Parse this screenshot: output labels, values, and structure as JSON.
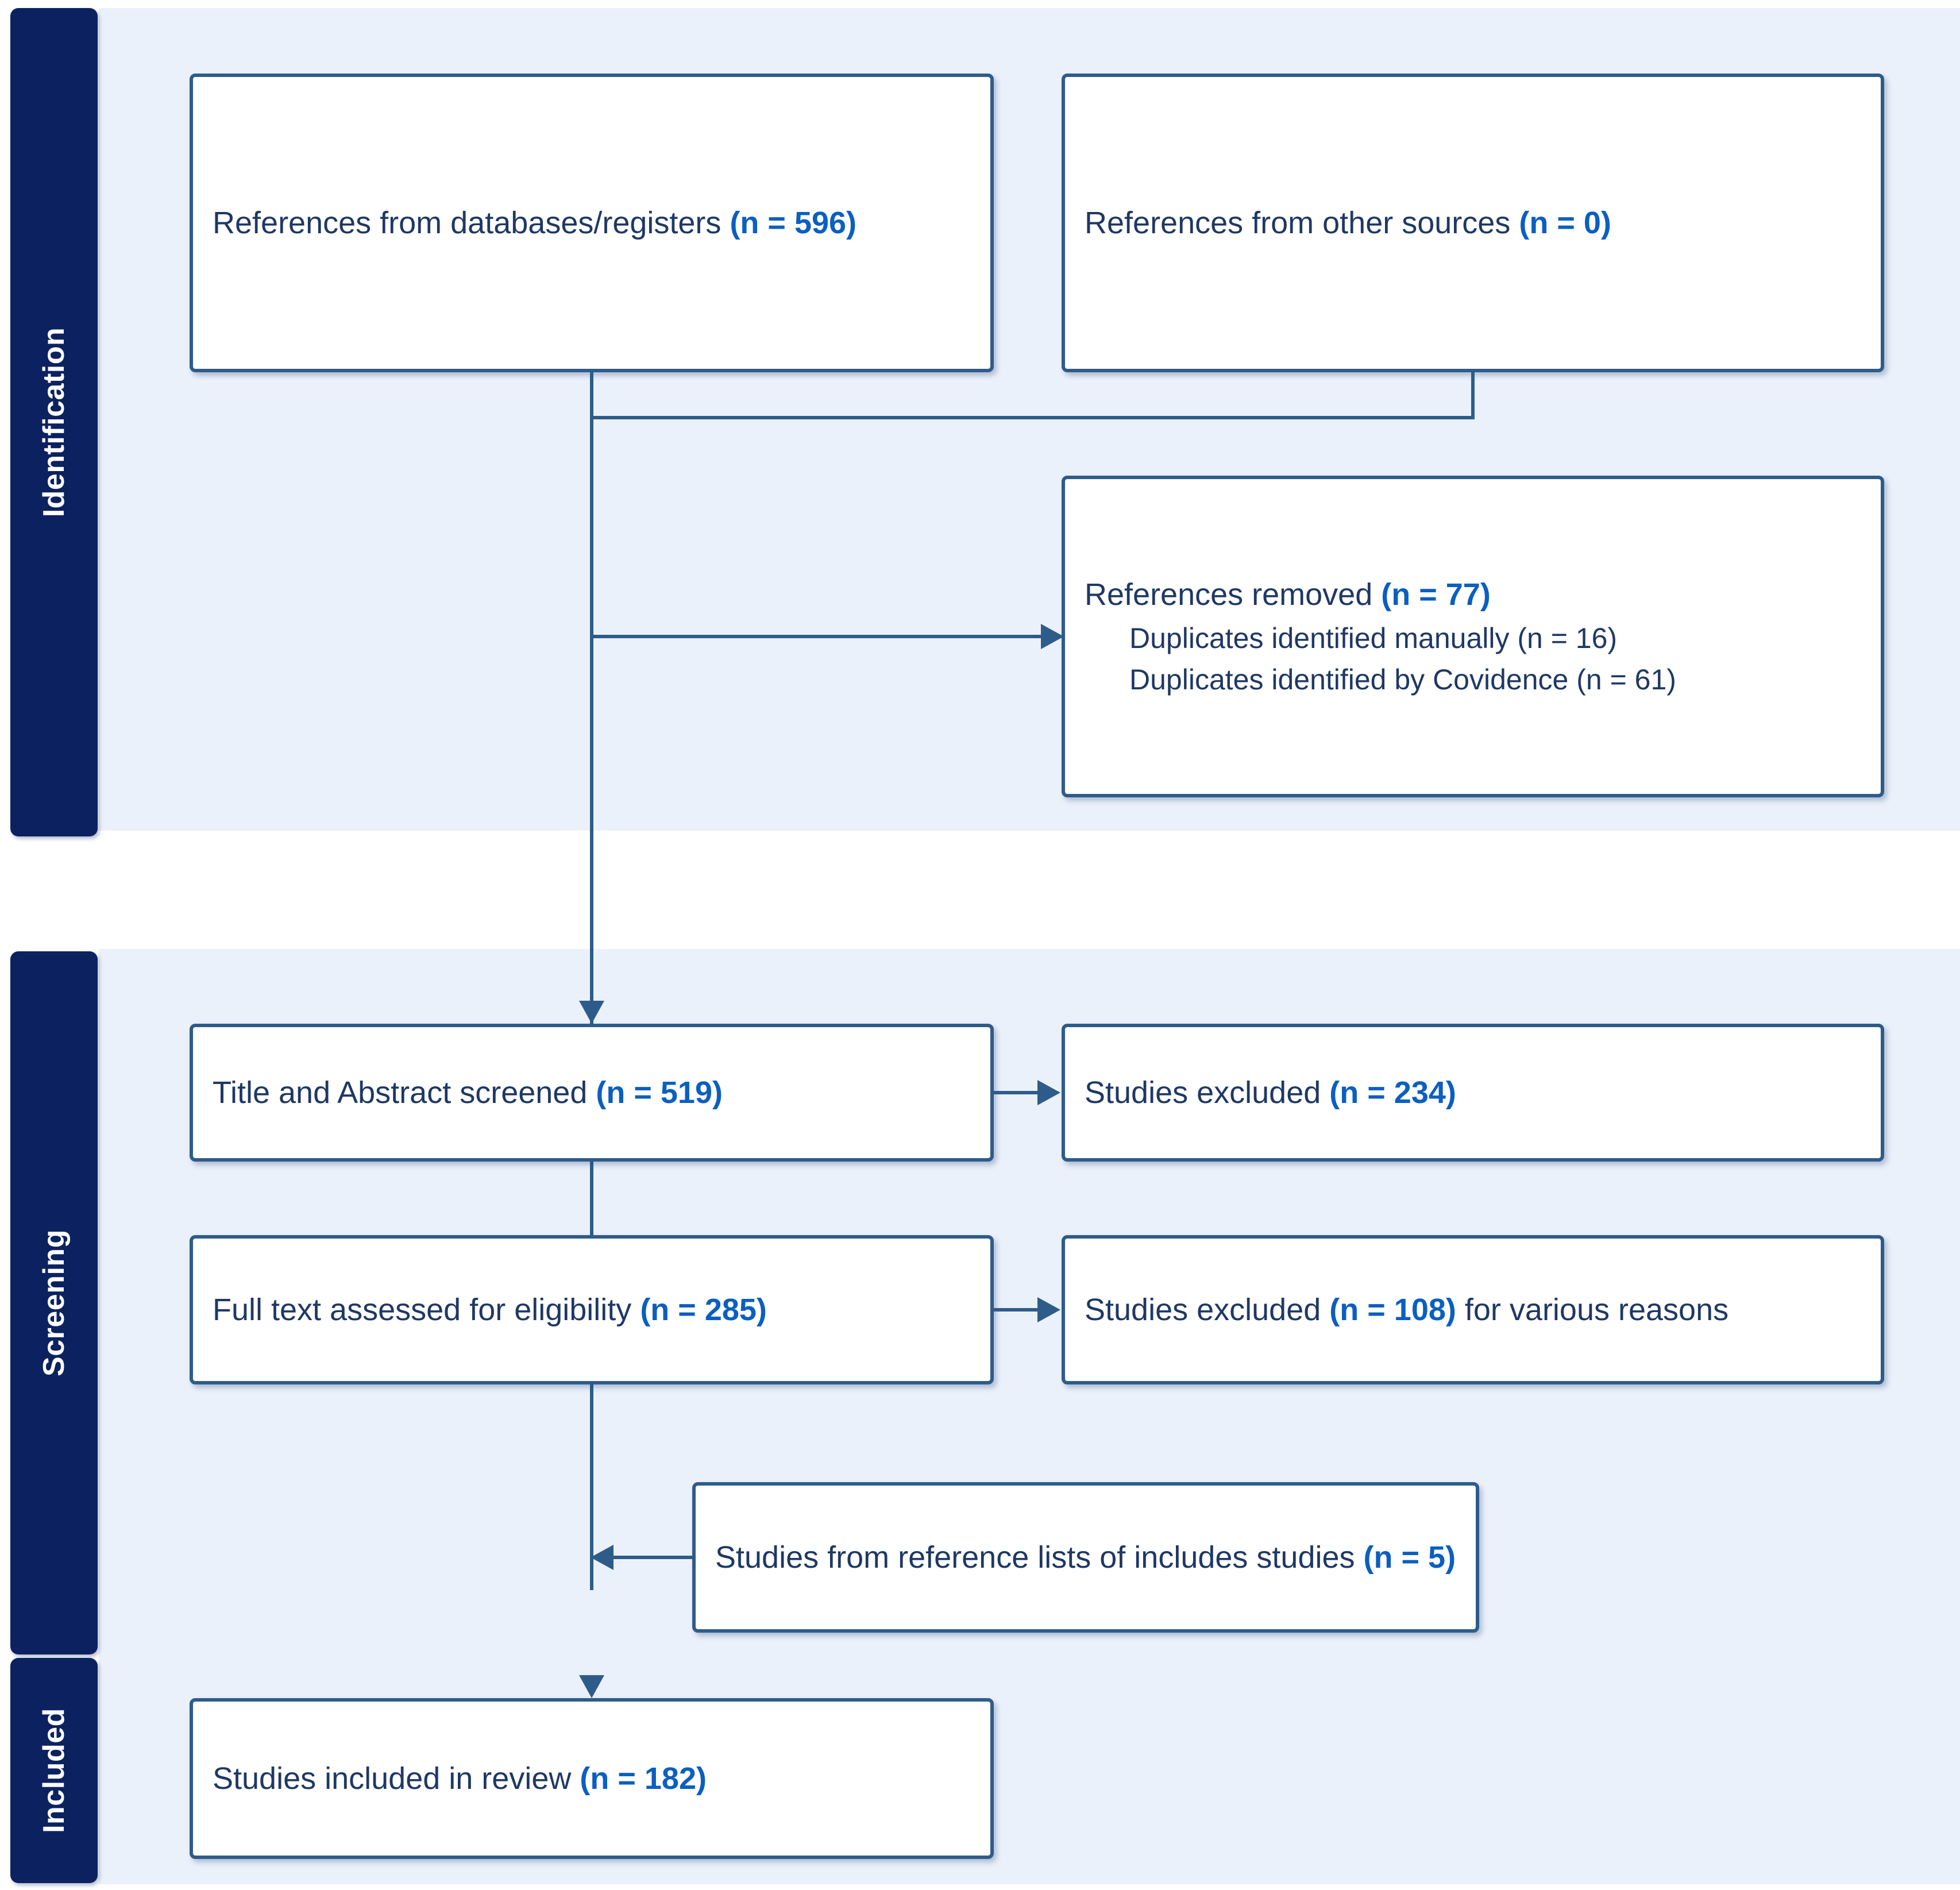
{
  "diagram": {
    "type": "prisma-flow-diagram",
    "title": "PRISMA Flow Diagram",
    "colors": {
      "stage_tab_background": "#0C2260",
      "stage_tab_text": "#FFFFFF",
      "panel_background": "#EBF1FB",
      "box_border": "#2E5C8A",
      "box_background": "#FFFFFF",
      "text_primary": "#1F3864",
      "text_highlight": "#0B5FC0",
      "connector": "#2E5C8A"
    }
  },
  "stages": [
    {
      "id": "identification",
      "label": "Identification"
    },
    {
      "id": "screening",
      "label": "Screening"
    },
    {
      "id": "included",
      "label": "Included"
    }
  ],
  "boxes": {
    "databases": {
      "label": "References from databases/registers",
      "count_text": "(n = 596)",
      "n": 596
    },
    "other_sources": {
      "label": "References from other sources",
      "count_text": "(n = 0)",
      "n": 0
    },
    "removed": {
      "label": "References removed",
      "count_text": "(n = 77)",
      "n": 77,
      "sub_items": [
        {
          "label": "Duplicates identified manually (n = 16)",
          "n": 16
        },
        {
          "label": "Duplicates identified by Covidence (n = 61)",
          "n": 61
        }
      ]
    },
    "title_abstract": {
      "label": "Title and Abstract screened",
      "count_text": "(n = 519)",
      "n": 519
    },
    "excluded_ta": {
      "label": "Studies excluded",
      "count_text": "(n = 234)",
      "n": 234
    },
    "full_text": {
      "label": "Full text assessed for eligibility",
      "count_text": "(n = 285)",
      "n": 285
    },
    "excluded_ft": {
      "label": "Studies excluded",
      "count_text": "(n = 108)",
      "suffix": " for various reasons",
      "n": 108
    },
    "reference_lists": {
      "label": "Studies from reference lists of includes studies",
      "count_text": "(n = 5)",
      "n": 5
    },
    "included_review": {
      "label": "Studies included in review",
      "count_text": "(n = 182)",
      "n": 182
    }
  },
  "chart_data": {
    "type": "diagram",
    "title": "PRISMA Flow Diagram",
    "nodes": [
      {
        "id": "databases",
        "stage": "Identification",
        "label": "References from databases/registers",
        "n": 596
      },
      {
        "id": "other_sources",
        "stage": "Identification",
        "label": "References from other sources",
        "n": 0
      },
      {
        "id": "removed",
        "stage": "Identification",
        "label": "References removed",
        "n": 77
      },
      {
        "id": "dup_manual",
        "stage": "Identification",
        "label": "Duplicates identified manually",
        "n": 16
      },
      {
        "id": "dup_covidence",
        "stage": "Identification",
        "label": "Duplicates identified by Covidence",
        "n": 61
      },
      {
        "id": "title_abstract",
        "stage": "Screening",
        "label": "Title and Abstract screened",
        "n": 519
      },
      {
        "id": "excluded_ta",
        "stage": "Screening",
        "label": "Studies excluded",
        "n": 234
      },
      {
        "id": "full_text",
        "stage": "Screening",
        "label": "Full text assessed for eligibility",
        "n": 285
      },
      {
        "id": "excluded_ft",
        "stage": "Screening",
        "label": "Studies excluded for various reasons",
        "n": 108
      },
      {
        "id": "reference_lists",
        "stage": "Screening",
        "label": "Studies from reference lists of includes studies",
        "n": 5
      },
      {
        "id": "included_review",
        "stage": "Included",
        "label": "Studies included in review",
        "n": 182
      }
    ],
    "edges": [
      {
        "from": "databases",
        "to": "removed"
      },
      {
        "from": "other_sources",
        "to": "removed"
      },
      {
        "from": "databases",
        "to": "title_abstract"
      },
      {
        "from": "title_abstract",
        "to": "excluded_ta"
      },
      {
        "from": "title_abstract",
        "to": "full_text"
      },
      {
        "from": "full_text",
        "to": "excluded_ft"
      },
      {
        "from": "reference_lists",
        "to": "included_review"
      },
      {
        "from": "full_text",
        "to": "included_review"
      }
    ]
  }
}
